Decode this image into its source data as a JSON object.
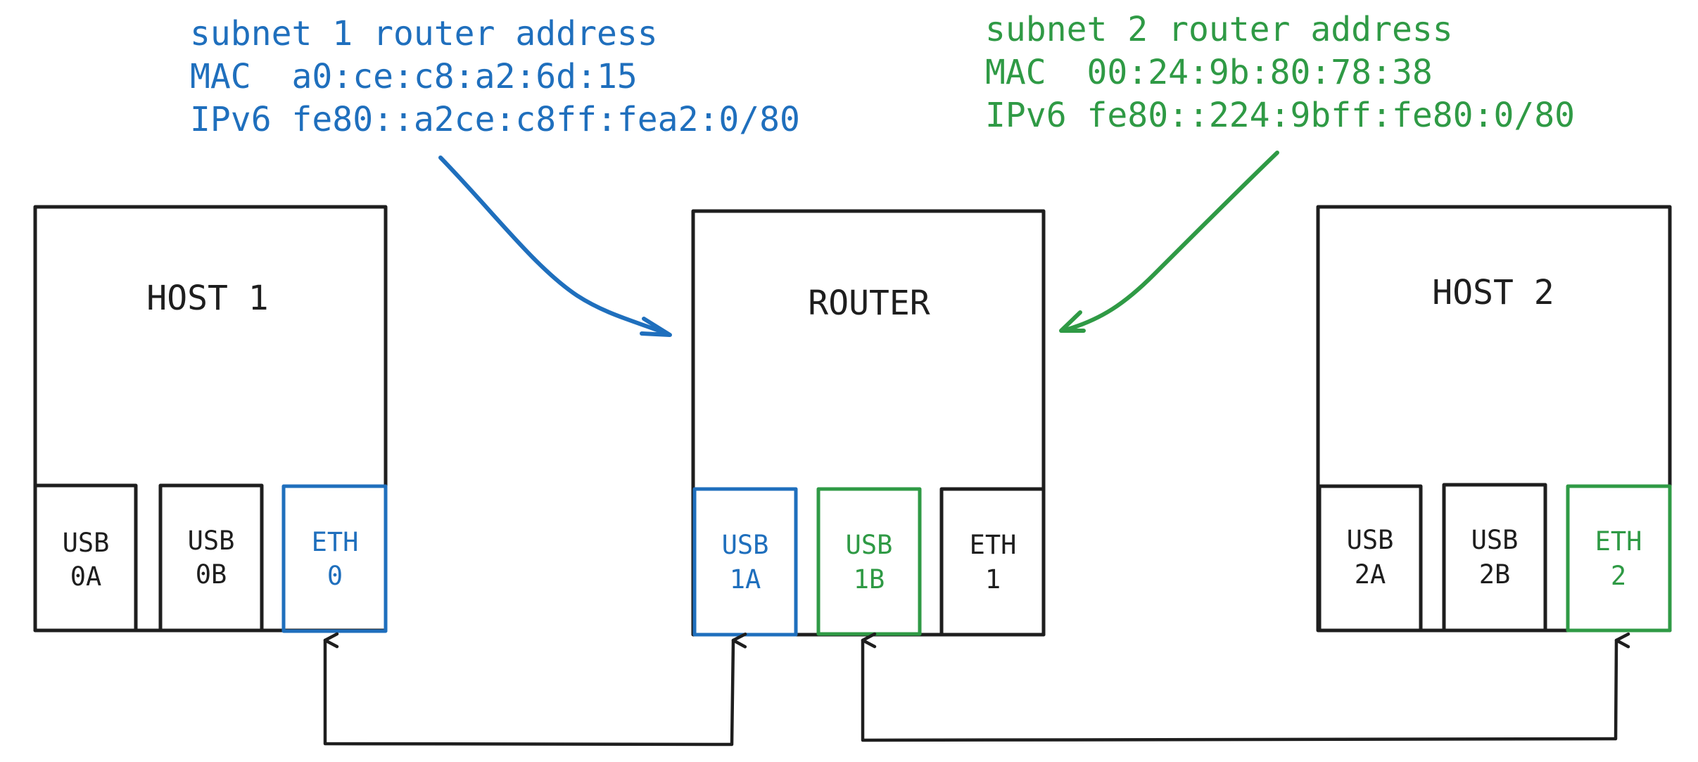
{
  "colors": {
    "ink": "#1e1e1e",
    "subnet1": "#1f6fbd",
    "subnet2": "#2f9a45"
  },
  "subnet1": {
    "title": "subnet 1 router address",
    "mac": "MAC  a0:ce:c8:a2:6d:15",
    "ipv6": "IPv6 fe80::a2ce:c8ff:fea2:0/80"
  },
  "subnet2": {
    "title": "subnet 2 router address",
    "mac": "MAC  00:24:9b:80:78:38",
    "ipv6": "IPv6 fe80::224:9bff:fe80:0/80"
  },
  "host1": {
    "name": "HOST 1",
    "ports": [
      {
        "line1": "USB",
        "line2": "0A"
      },
      {
        "line1": "USB",
        "line2": "0B"
      },
      {
        "line1": "ETH",
        "line2": "0"
      }
    ]
  },
  "router": {
    "name": "ROUTER",
    "ports": [
      {
        "line1": "USB",
        "line2": "1A"
      },
      {
        "line1": "USB",
        "line2": "1B"
      },
      {
        "line1": "ETH",
        "line2": "1"
      }
    ]
  },
  "host2": {
    "name": "HOST 2",
    "ports": [
      {
        "line1": "USB",
        "line2": "2A"
      },
      {
        "line1": "USB",
        "line2": "2B"
      },
      {
        "line1": "ETH",
        "line2": "2"
      }
    ]
  }
}
